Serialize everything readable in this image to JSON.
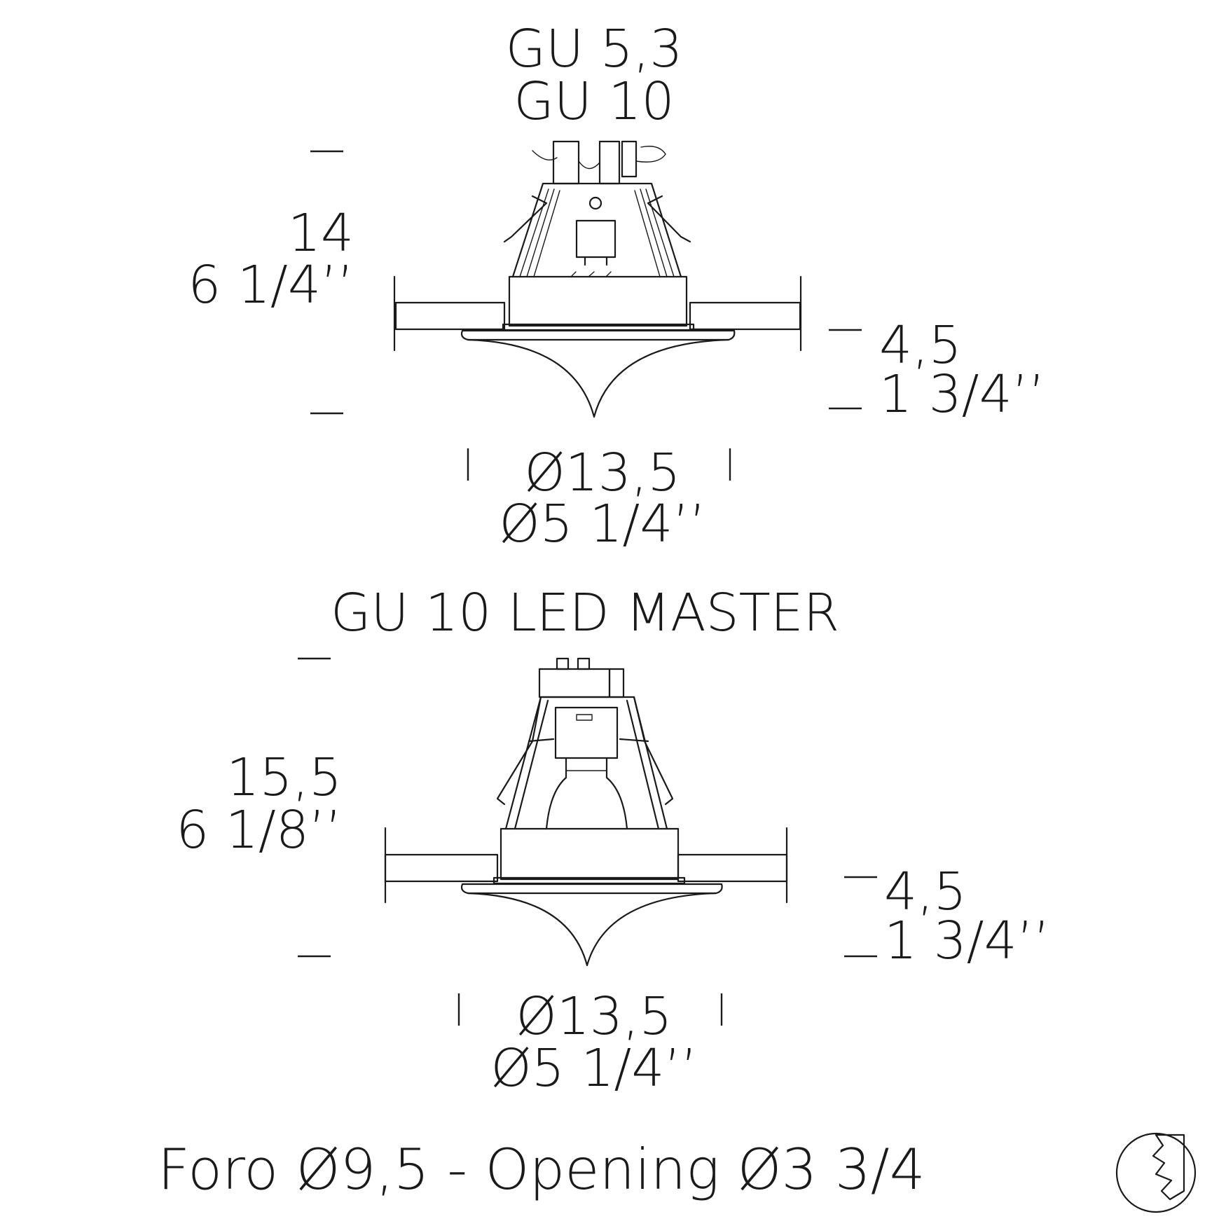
{
  "top": {
    "title_line1": "GU 5,3",
    "title_line2": "GU 10",
    "height_cm": "14",
    "height_in": "6 1/4’’",
    "depth_cm": "4,5",
    "depth_in": "1 3/4’’",
    "diameter_cm": "Ø13,5",
    "diameter_in": "Ø5 1/4’’"
  },
  "bottom": {
    "title": "GU 10 LED MASTER",
    "height_cm": "15,5",
    "height_in": "6 1/8’’",
    "depth_cm": "4,5",
    "depth_in": "1 3/4’’",
    "diameter_cm": "Ø13,5",
    "diameter_in": "Ø5 1/4’’"
  },
  "footer": {
    "opening": "Foro Ø9,5 - Opening Ø3 3/4",
    "icon": "broken-plaster-icon"
  }
}
